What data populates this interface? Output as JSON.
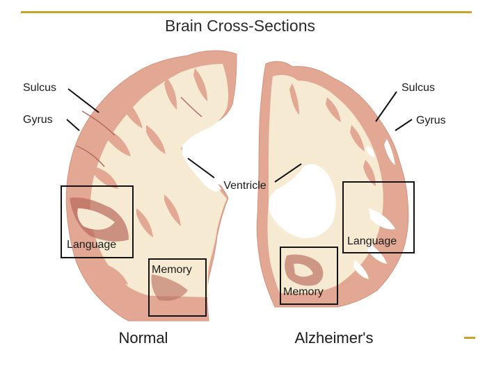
{
  "title": "Brain Cross-Sections",
  "labels": {
    "normal_sulcus": "Sulcus",
    "normal_gyrus": "Gyrus",
    "ventricle": "Ventricle",
    "normal_language": "Language",
    "normal_memory": "Memory",
    "alz_sulcus": "Sulcus",
    "alz_gyrus": "Gyrus",
    "alz_language": "Language",
    "alz_memory": "Memory"
  },
  "captions": {
    "normal": "Normal",
    "alzheimers": "Alzheimer's"
  },
  "colors": {
    "cortex": "#e3a894",
    "white_matter": "#f7ead2",
    "dark_tissue": "#b86a5c",
    "accent": "#c9a32b"
  }
}
